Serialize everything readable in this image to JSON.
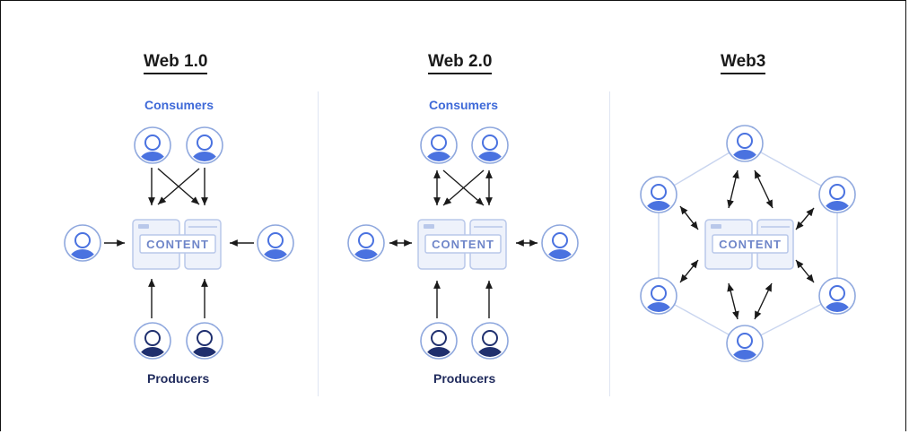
{
  "panels": [
    {
      "title": "Web 1.0",
      "top_label": "Consumers",
      "bottom_label": "Producers",
      "content_label": "CONTENT"
    },
    {
      "title": "Web 2.0",
      "top_label": "Consumers",
      "bottom_label": "Producers",
      "content_label": "CONTENT"
    },
    {
      "title": "Web3",
      "content_label": "CONTENT"
    }
  ],
  "colors": {
    "consumer_head": "#ffffff",
    "consumer_body": "#4a72e0",
    "producer_body": "#1f2f6e",
    "node_ring": "#8fa8de",
    "content_box": "#eef2fb",
    "content_border": "#b9c8ea",
    "arrow": "#1a1a1a",
    "mesh_line": "#c9d5ef"
  },
  "icons": [
    "user-avatar-icon",
    "arrow-icon",
    "content-card-icon"
  ]
}
